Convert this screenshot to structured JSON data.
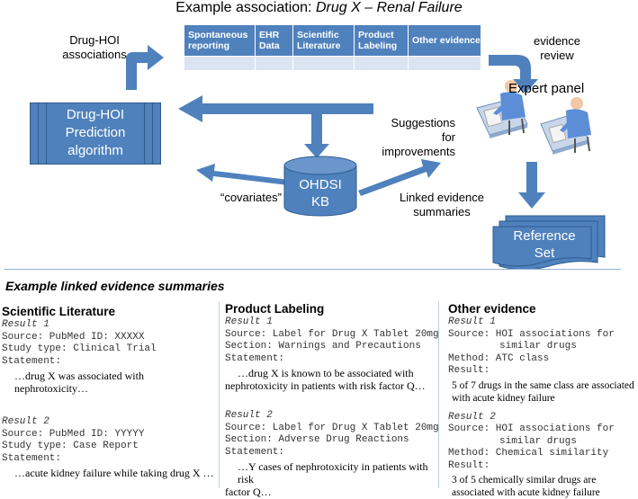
{
  "header": {
    "title_prefix": "Example association: ",
    "title_assoc": "Drug X – Renal Failure"
  },
  "table": {
    "columns": [
      "Spontaneous reporting",
      "EHR Data",
      "Scientific Literature",
      "Product Labeling",
      "Other evidence"
    ]
  },
  "labels": {
    "drug_hoi_line1": "Drug-HOI",
    "drug_hoi_line2": "associations",
    "evidence_review_line1": "evidence",
    "evidence_review_line2": "review",
    "expert_panel": "Expert panel",
    "suggestions_line1": "Suggestions for",
    "suggestions_line2": "improvements",
    "covariates": "“covariates”",
    "linked_line1": "Linked evidence",
    "linked_line2": "summaries"
  },
  "algorithm": {
    "line1": "Drug-HOI",
    "line2": "Prediction",
    "line3": "algorithm"
  },
  "database": {
    "line1": "OHDSI",
    "line2": "KB"
  },
  "reference_set": {
    "line1": "Reference",
    "line2": "Set"
  },
  "summaries_title": "Example linked evidence summaries",
  "columns": {
    "literature": {
      "title": "Scientific Literature",
      "r1": {
        "head": "Result 1",
        "source": "Source: PubMed ID: XXXXX",
        "study": "Study type: Clinical Trial",
        "statement": "Statement:",
        "text": "…drug X was associated with nephrotoxicity…"
      },
      "r2": {
        "head": "Result 2",
        "source": "Source: PubMed ID: YYYYY",
        "study": "Study type: Case Report",
        "statement": "Statement:",
        "text": "…acute kidney failure while taking drug X …"
      }
    },
    "labeling": {
      "title": "Product Labeling",
      "r1": {
        "head": "Result 1",
        "source": "Source: Label for Drug X Tablet 20mg",
        "section": "Section: Warnings and Precautions",
        "statement": "Statement:",
        "text1": "…drug X is known to be associated with",
        "text2": "nephrotoxicity in patients with risk factor Q…"
      },
      "r2": {
        "head": "Result 2",
        "source": "Source: Label for Drug X Tablet 20mg",
        "section": "Section: Adverse Drug Reactions",
        "statement": "Statement:",
        "text1": "…Y cases of nephrotoxicity in patients with risk",
        "text2": "factor Q…"
      }
    },
    "other": {
      "title": "Other evidence",
      "r1": {
        "head": "Result 1",
        "source1": "Source: HOI associations for",
        "source2": "similar drugs",
        "method": "Method: ATC class",
        "result": "Result:",
        "text1": "5 of 7 drugs in the same class are associated",
        "text2": "with acute kidney failure"
      },
      "r2": {
        "head": "Result 2",
        "source1": "Source: HOI associations for",
        "source2": "similar drugs",
        "method": "Method: Chemical similarity",
        "result": "Result:",
        "text1": "3 of 5 chemically similar drugs are",
        "text2": "associated  with acute kidney failure"
      }
    }
  },
  "colors": {
    "primary": "#4f81bd",
    "primary_dark": "#2e5c8a",
    "table_body": "#dbe5f1"
  }
}
